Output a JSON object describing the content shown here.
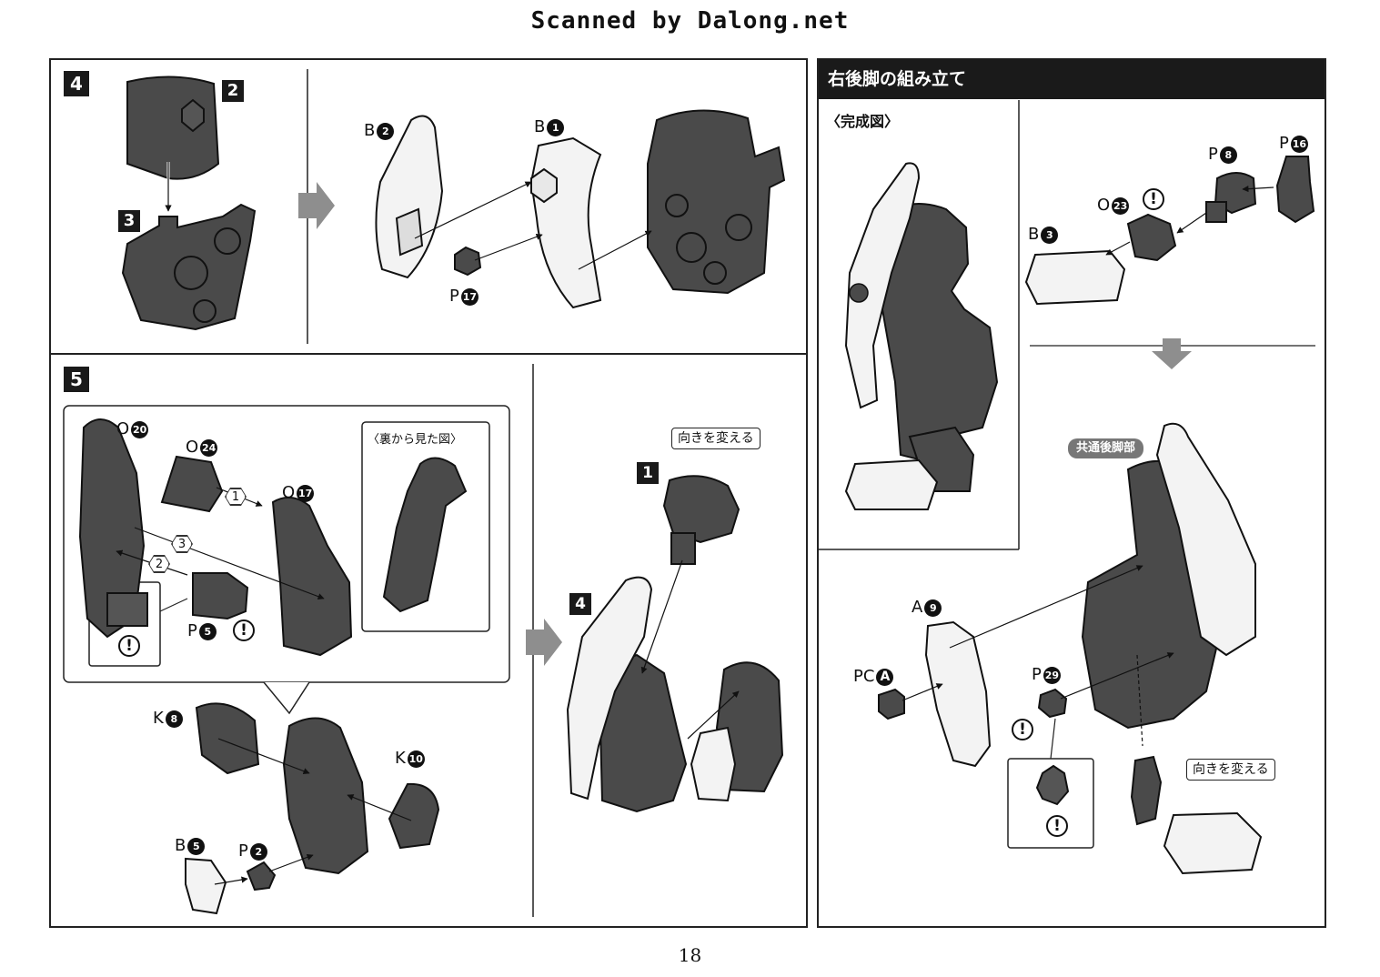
{
  "header": "Scanned by Dalong.net",
  "page_number": "18",
  "step4": {
    "badge": "4",
    "badge_2": "2",
    "badge_3": "3",
    "labels": {
      "b2": "B",
      "b2n": "2",
      "b1": "B",
      "b1n": "1",
      "p17": "P",
      "p17n": "17"
    }
  },
  "step5": {
    "badge": "5",
    "labels": {
      "o20": "O",
      "o20n": "20",
      "o24": "O",
      "o24n": "24",
      "o17": "O",
      "o17n": "17",
      "p5": "P",
      "p5n": "5",
      "k8": "K",
      "k8n": "8",
      "k10": "K",
      "k10n": "10",
      "b5": "B",
      "b5n": "5",
      "p2": "P",
      "p2n": "2"
    },
    "seq": [
      "1",
      "2",
      "3"
    ],
    "back_view_label": "〈裏から見た図〉",
    "right_badge_1": "1",
    "right_badge_4": "4",
    "change_direction": "向きを変える"
  },
  "right_panel": {
    "title": "右後脚の組み立て",
    "complete_label": "〈完成図〉",
    "labels": {
      "p16": "P",
      "p16n": "16",
      "p8": "P",
      "p8n": "8",
      "o23": "O",
      "o23n": "23",
      "b3": "B",
      "b3n": "3",
      "a9": "A",
      "a9n": "9",
      "pca": "PC",
      "pcan": "A",
      "p29": "P",
      "p29n": "29"
    },
    "common_part": "共通後脚部",
    "change_direction": "向きを変える"
  },
  "colors": {
    "dark_part": "#4a4a4a",
    "light_part": "#f3f3f3",
    "arrow_gray": "#9a9a9a",
    "ink": "#111111"
  }
}
